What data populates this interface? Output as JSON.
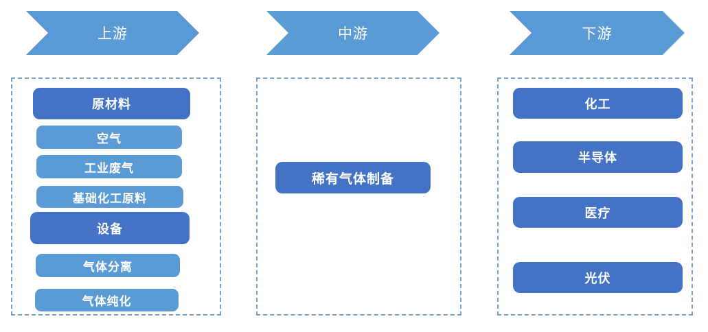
{
  "palette": {
    "light_blue": "#5B9BD5",
    "dark_blue": "#4472C4",
    "panel_border": "#76A0C6",
    "text": "#FFFFFF"
  },
  "stages": [
    {
      "label": "上游"
    },
    {
      "label": "中游"
    },
    {
      "label": "下游"
    }
  ],
  "columns": {
    "upstream": {
      "items": [
        {
          "label": "原材料",
          "tone": "dark"
        },
        {
          "label": "空气",
          "tone": "light"
        },
        {
          "label": "工业废气",
          "tone": "light"
        },
        {
          "label": "基础化工原料",
          "tone": "light"
        },
        {
          "label": "设备",
          "tone": "dark"
        },
        {
          "label": "气体分离",
          "tone": "light"
        },
        {
          "label": "气体纯化",
          "tone": "light"
        }
      ]
    },
    "midstream": {
      "items": [
        {
          "label": "稀有气体制备",
          "tone": "dark"
        }
      ]
    },
    "downstream": {
      "items": [
        {
          "label": "化工",
          "tone": "dark"
        },
        {
          "label": "半导体",
          "tone": "dark"
        },
        {
          "label": "医疗",
          "tone": "dark"
        },
        {
          "label": "光伏",
          "tone": "dark"
        }
      ]
    }
  }
}
